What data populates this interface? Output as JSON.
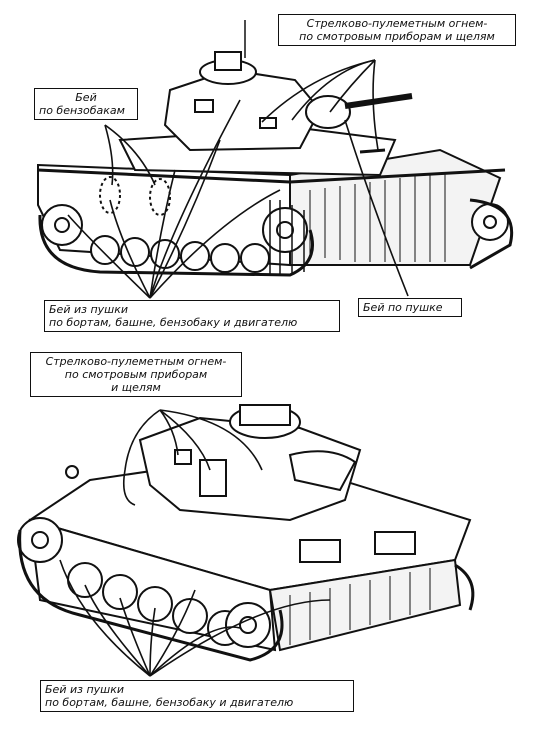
{
  "labels": {
    "top_mg": [
      "Стрелково-пулеметным огнем-",
      "по смотровым приборам и щелям"
    ],
    "top_fuel": [
      "Бей",
      "по бензобакам"
    ],
    "top_gun": [
      "Бей из пушки",
      "по бортам, башне, бензобаку и двигателю"
    ],
    "top_gunport": [
      "Бей по пушке"
    ],
    "bottom_mg": [
      "Стрелково-пулеметным огнем-",
      "по смотровым приборам",
      "и щелям"
    ],
    "bottom_gun": [
      "Бей из пушки",
      "по бортам, башне, бензобаку и двигателю"
    ]
  },
  "colors": {
    "ink": "#111111",
    "paper": "#ffffff"
  }
}
